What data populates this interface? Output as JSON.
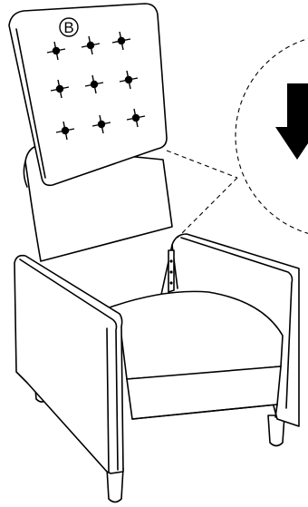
{
  "diagram": {
    "part_label": "B",
    "pin_rows": [
      3,
      3,
      3
    ],
    "colors": {
      "ink": "#000000",
      "paper": "#ffffff"
    },
    "arrow_direction": "down"
  }
}
